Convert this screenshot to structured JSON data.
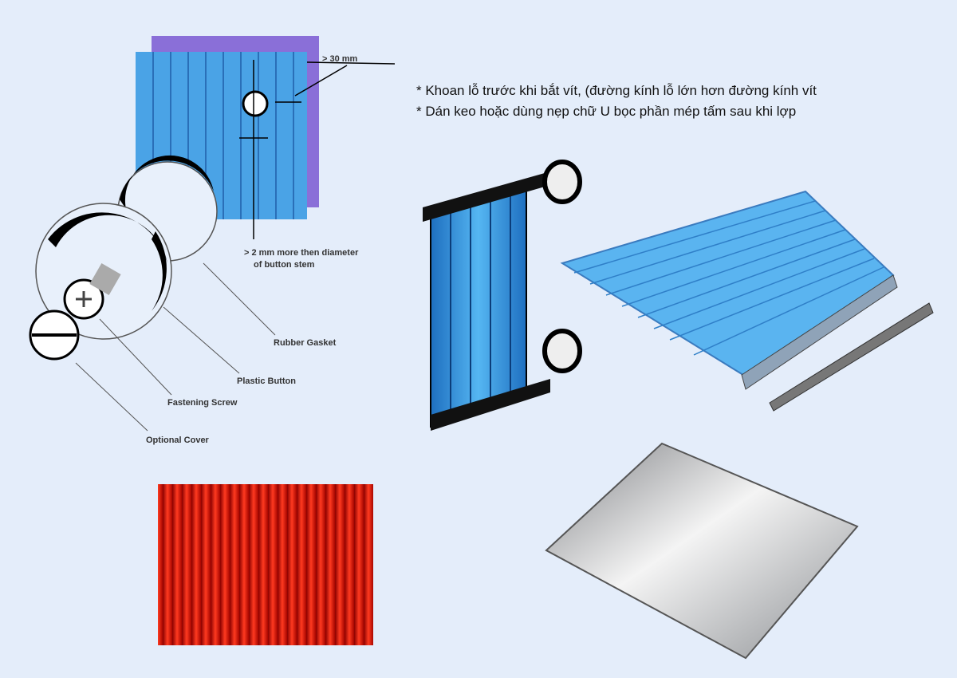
{
  "notes": [
    "* Khoan lỗ trước khi bắt vít, (đường kính lỗ lớn hơn đường kính vít",
    "* Dán keo hoặc dùng nẹp chữ U bọc phần mép tấm sau khi lợp"
  ],
  "diagram": {
    "dimension_label": "> 30 mm",
    "hole_note_line1": "> 2 mm more then diameter",
    "hole_note_line2": "of button stem",
    "labels": {
      "rubber_gasket": "Rubber Gasket",
      "plastic_button": "Plastic Button",
      "fastening_screw": "Fastening Screw",
      "optional_cover": "Optional Cover"
    }
  },
  "colors": {
    "background": "#e4edfa",
    "sheet_blue": "#4aa3e6",
    "sheet_purple": "#8a6fd8",
    "red_sheet": "#d0160c",
    "glass_gray": "#b9bcc0"
  }
}
